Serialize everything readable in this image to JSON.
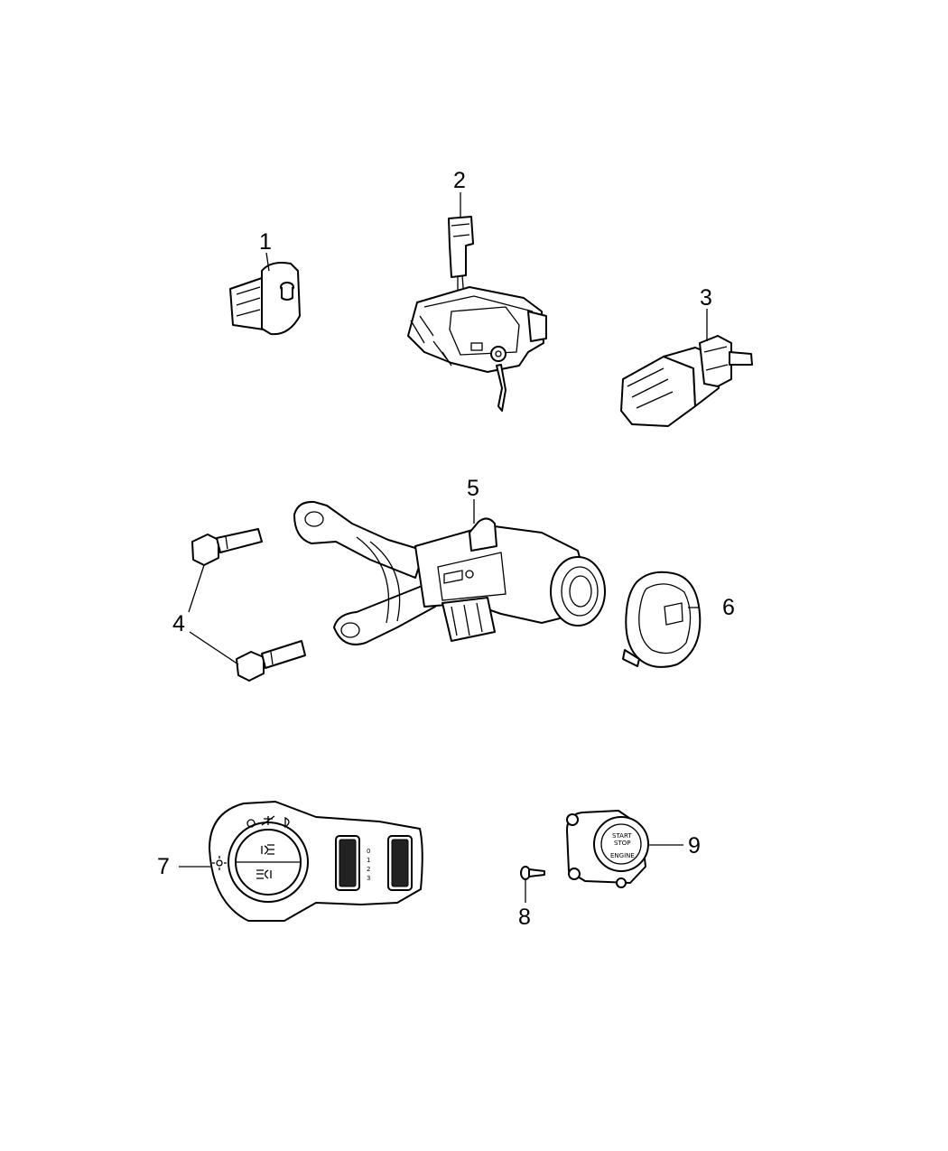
{
  "callouts": {
    "c1": "1",
    "c2": "2",
    "c3": "3",
    "c4": "4",
    "c5": "5",
    "c6": "6",
    "c7": "7",
    "c8": "8",
    "c9": "9"
  },
  "switch_labels": {
    "scale_0": "0",
    "scale_1": "1",
    "scale_2": "2",
    "scale_3": "3"
  },
  "button_labels": {
    "line1": "START",
    "line2": "STOP",
    "line3": "ENGINE"
  }
}
